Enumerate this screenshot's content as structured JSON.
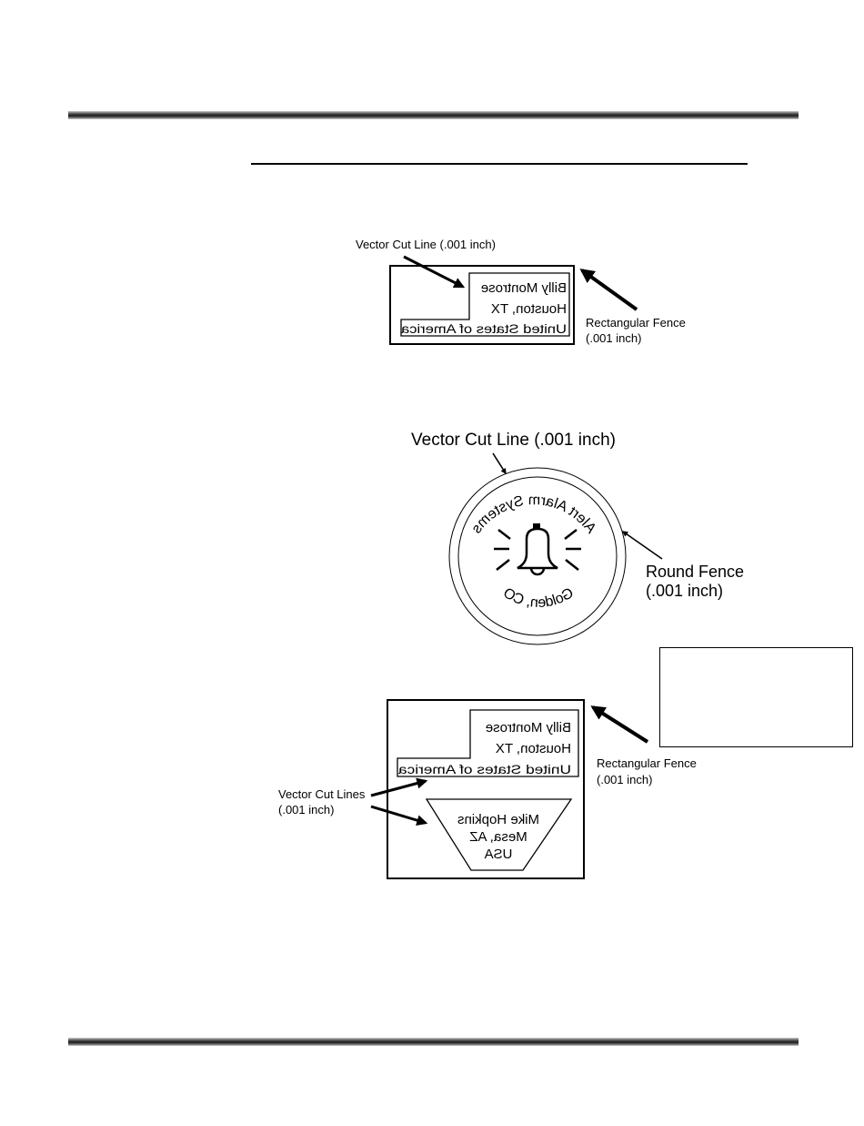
{
  "figure1": {
    "cut_label": "Vector Cut Line (.001 inch)",
    "fence_label_1": "Rectangular Fence",
    "fence_label_2": "(.001 inch)",
    "engraved_lines": [
      "Billy Montrose",
      "Houston, TX",
      "United States of America"
    ]
  },
  "figure2": {
    "cut_label": "Vector Cut Line (.001 inch)",
    "fence_label_1": "Round Fence",
    "fence_label_2": "(.001 inch)",
    "arc_top": "Alert Alarm Systems",
    "arc_bottom": "Golden, CO",
    "icon": "bell-icon"
  },
  "figure3": {
    "cut_label_1": "Vector Cut Lines",
    "cut_label_2": "(.001 inch)",
    "fence_label_1": "Rectangular Fence",
    "fence_label_2": "(.001 inch)",
    "engraved_lines": [
      "Billy Montrose",
      "Houston, TX",
      "United States of America"
    ],
    "trapezoid_lines": [
      "Mike Hopkins",
      "Mesa, AZ",
      "USA"
    ]
  }
}
